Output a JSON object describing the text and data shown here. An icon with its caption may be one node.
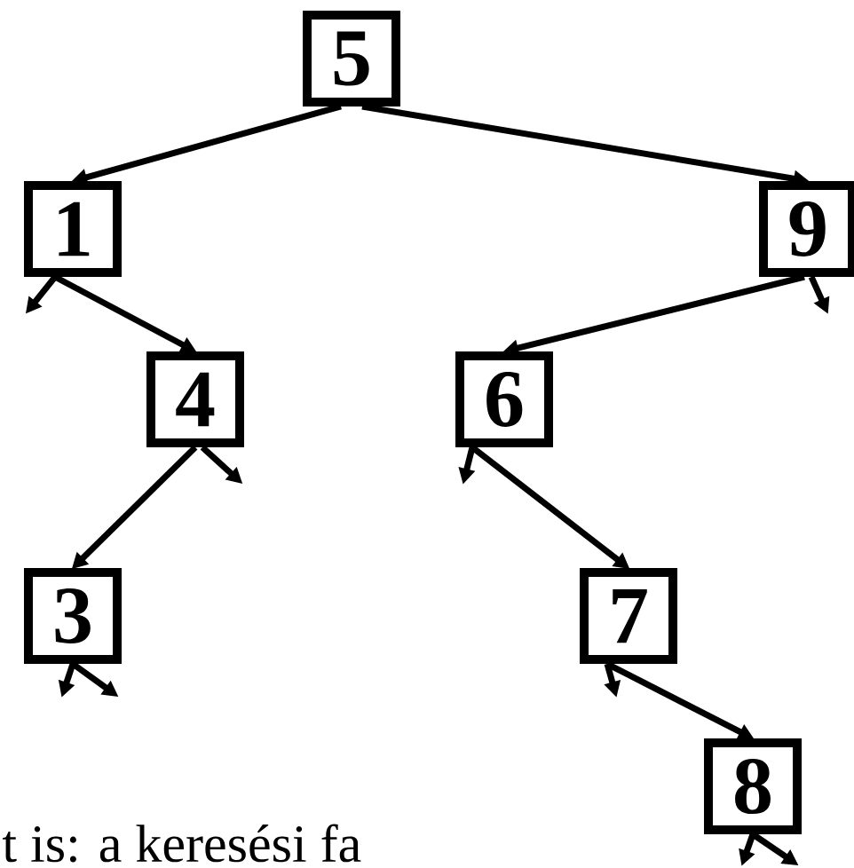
{
  "diagram": {
    "nodes": [
      {
        "text": [
          "5"
        ]
      },
      {
        "text": [
          "1"
        ]
      },
      {
        "text": [
          "9"
        ]
      },
      {
        "text": [
          "4"
        ]
      },
      {
        "text": [
          "6"
        ]
      },
      {
        "text": [
          "3"
        ]
      },
      {
        "text": [
          "7"
        ]
      },
      {
        "text": [
          "8"
        ]
      }
    ],
    "edges": [
      {
        "from": 0,
        "to": 1,
        "arrow": "to"
      },
      {
        "from": 0,
        "to": 2,
        "arrow": "to"
      },
      {
        "from": 1,
        "to": null,
        "arrow": "to"
      },
      {
        "from": 1,
        "to": 3,
        "arrow": "to"
      },
      {
        "from": 2,
        "to": 4,
        "arrow": "to"
      },
      {
        "from": 2,
        "to": null,
        "arrow": "to"
      },
      {
        "from": 3,
        "to": 5,
        "arrow": "to"
      },
      {
        "from": 3,
        "to": null,
        "arrow": "to"
      },
      {
        "from": 4,
        "to": null,
        "arrow": "to"
      },
      {
        "from": 4,
        "to": 6,
        "arrow": "to"
      },
      {
        "from": 5,
        "to": null,
        "arrow": "to"
      },
      {
        "from": 5,
        "to": null,
        "arrow": "to"
      },
      {
        "from": 6,
        "to": null,
        "arrow": "to"
      },
      {
        "from": 6,
        "to": 7,
        "arrow": "to"
      },
      {
        "from": 7,
        "to": null,
        "arrow": "to"
      },
      {
        "from": 7,
        "to": null,
        "arrow": "to"
      }
    ],
    "labels": [
      "t is: a keresési fa"
    ]
  }
}
